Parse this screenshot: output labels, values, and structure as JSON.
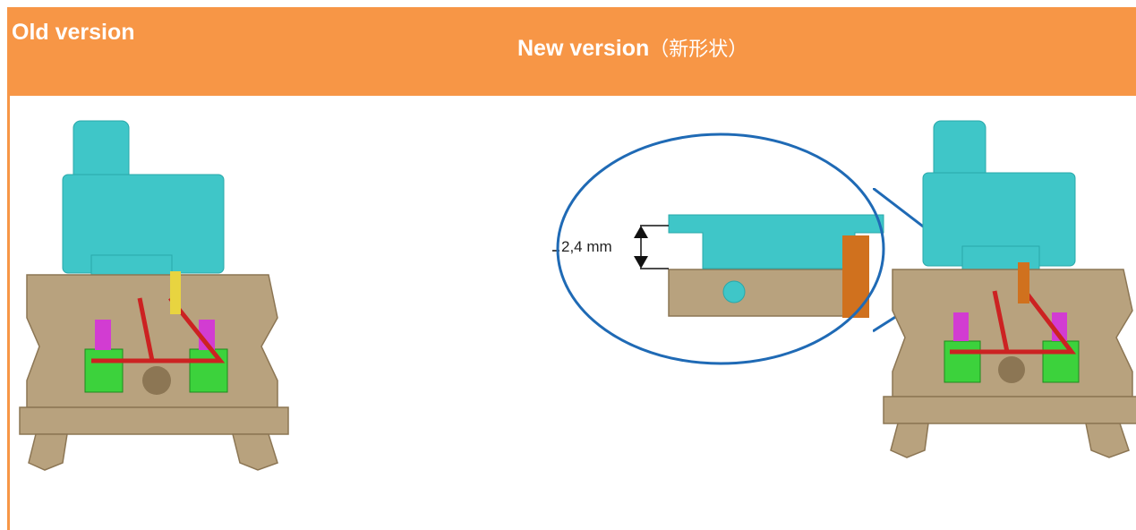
{
  "header": {
    "old_label": "Old version",
    "new_label": "New version",
    "new_label_cjk": "（新形状）"
  },
  "callout": {
    "dimension_label": "2,4 mm"
  },
  "colors": {
    "header_orange": "#f79646",
    "body_beige": "#b8a27e",
    "body_dark": "#8c7654",
    "fuse_cyan": "#3fc6c8",
    "green": "#3cd23c",
    "magenta": "#d23cd2",
    "red": "#cc2222",
    "ellipse_blue": "#1f6ab5",
    "orange_part": "#d0711e",
    "yellow_part": "#e8d440"
  }
}
